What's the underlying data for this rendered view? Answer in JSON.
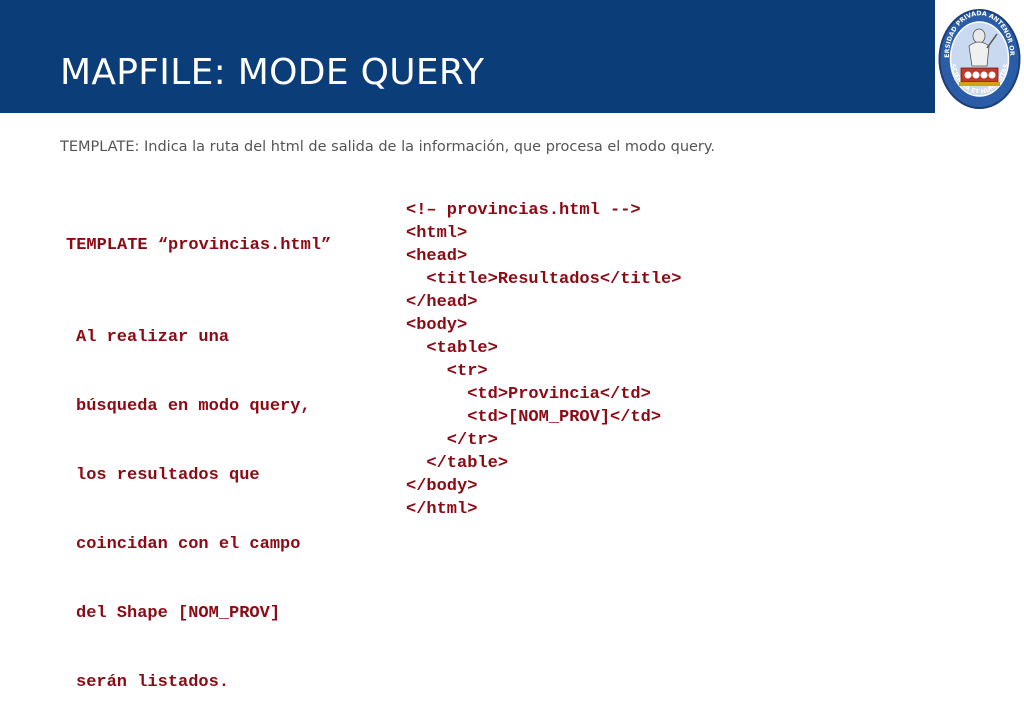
{
  "slide": {
    "title": "MAPFILE: MODE QUERY",
    "subtitle": "TEMPLATE: Indica la ruta del html de salida de la información, que procesa el modo query.",
    "template_line": "TEMPLATE “provincias.html”",
    "description_lines": [
      "Al realizar una",
      "búsqueda en modo query,",
      "los resultados que",
      "coincidan con el campo",
      "del Shape [NOM_PROV]",
      "serán listados."
    ],
    "code_lines": [
      "<!– provincias.html -->",
      "<html>",
      "<head>",
      "  <title>Resultados</title>",
      "</head>",
      "<body>",
      "  <table>",
      "    <tr>",
      "      <td>Provincia</td>",
      "      <td>[NOM_PROV]</td>",
      "    </tr>",
      "  </table>",
      "</body>",
      "</html>"
    ]
  },
  "logo": {
    "icon": "university-seal-icon",
    "text_top": "UNIVERSIDAD PRIVADA ANTENOR ORREGO",
    "text_bottom": "SCIENTIA ET HUMANITAS"
  },
  "colors": {
    "header": "#0b3d78",
    "code_text": "#8b0a14",
    "subtitle_text": "#555555"
  }
}
